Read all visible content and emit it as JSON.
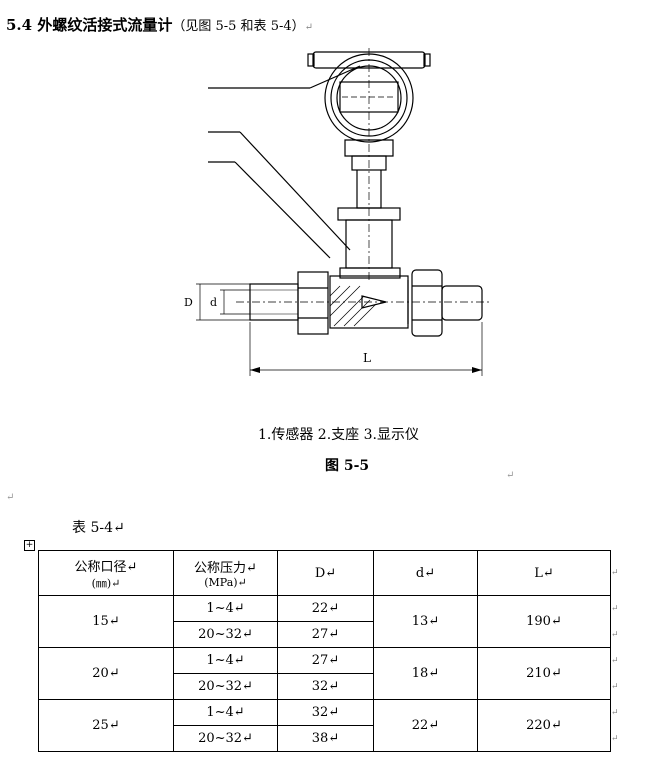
{
  "heading": {
    "number": "5.4",
    "title": "外螺纹活接式流量计",
    "ref": "（见图 5-5 和表 5-4）",
    "mark": "↵"
  },
  "figure": {
    "dim_D": "D",
    "dim_d": "d",
    "dim_L": "L",
    "legend": "1.传感器  2.支座 3.显示仪",
    "caption": "图 5-5"
  },
  "para_mark": "↵",
  "table_label": "表 5-4↵",
  "table": {
    "headers": [
      {
        "line1": "公称口径↵",
        "line2": "(㎜)↵"
      },
      {
        "line1": "公称压力↵",
        "line2": "(MPa)↵"
      },
      {
        "line1": "D↵"
      },
      {
        "line1": "d↵"
      },
      {
        "line1": "L↵"
      }
    ],
    "groups": [
      {
        "dn": "15↵",
        "d": "13↵",
        "L": "190↵",
        "rows": [
          {
            "p": "1~4↵",
            "D": "22↵"
          },
          {
            "p": "20~32↵",
            "D": "27↵"
          }
        ]
      },
      {
        "dn": "20↵",
        "d": "18↵",
        "L": "210↵",
        "rows": [
          {
            "p": "1~4↵",
            "D": "27↵"
          },
          {
            "p": "20~32↵",
            "D": "32↵"
          }
        ]
      },
      {
        "dn": "25↵",
        "d": "22↵",
        "L": "220↵",
        "rows": [
          {
            "p": "1~4↵",
            "D": "32↵"
          },
          {
            "p": "20~32↵",
            "D": "38↵"
          }
        ]
      }
    ]
  }
}
